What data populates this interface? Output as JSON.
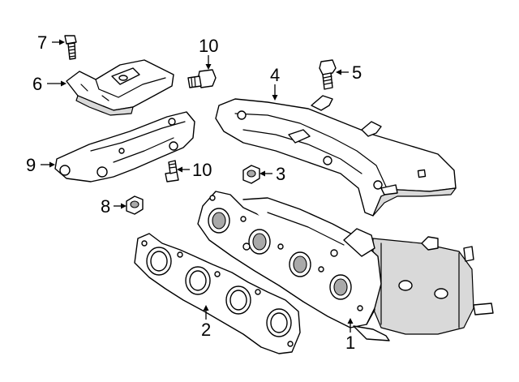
{
  "callouts": {
    "c1": "1",
    "c2": "2",
    "c3": "3",
    "c4": "4",
    "c5": "5",
    "c6": "6",
    "c7": "7",
    "c8": "8",
    "c9": "9",
    "c10a": "10",
    "c10b": "10"
  },
  "colors": {
    "line": "#000000",
    "background": "#ffffff",
    "shade": "#d9d9d9"
  }
}
